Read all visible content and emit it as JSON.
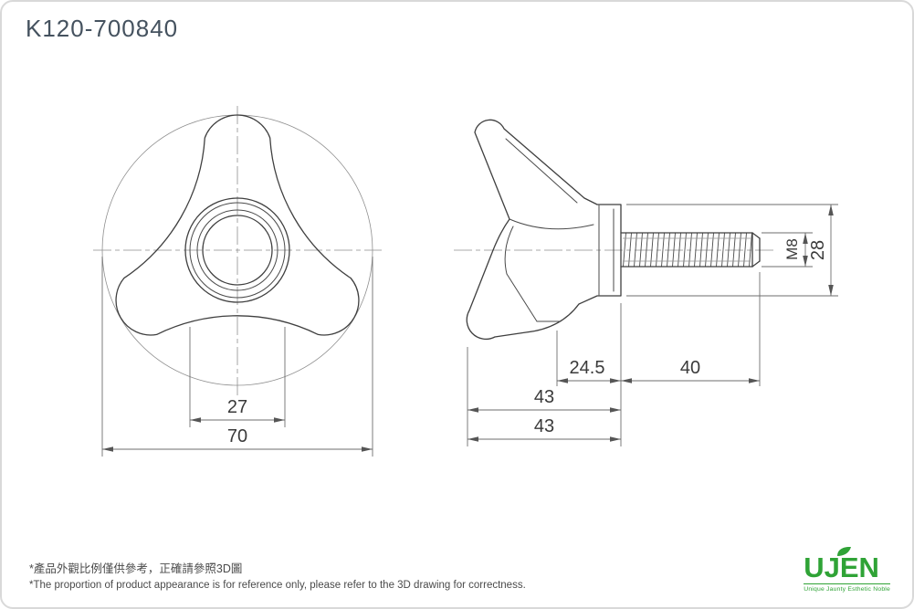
{
  "title": "K120-700840",
  "views": {
    "front": {
      "dims": {
        "hole": "27",
        "outer": "70"
      }
    },
    "side": {
      "dims": {
        "neck": "24.5",
        "thread_length": "40",
        "body_length": "43",
        "overall_length": "43",
        "thread_spec": "M8",
        "hub_diameter": "28"
      }
    }
  },
  "footer": {
    "note_zh": "*產品外觀比例僅供參考，正確請參照3D圖",
    "note_en": "*The proportion of product appearance is for reference only, please refer to the 3D drawing for correctness."
  },
  "brand": {
    "name": "UJEN",
    "tagline": "Unique Jaunty Esthetic Noble",
    "color": "#2fa336"
  }
}
